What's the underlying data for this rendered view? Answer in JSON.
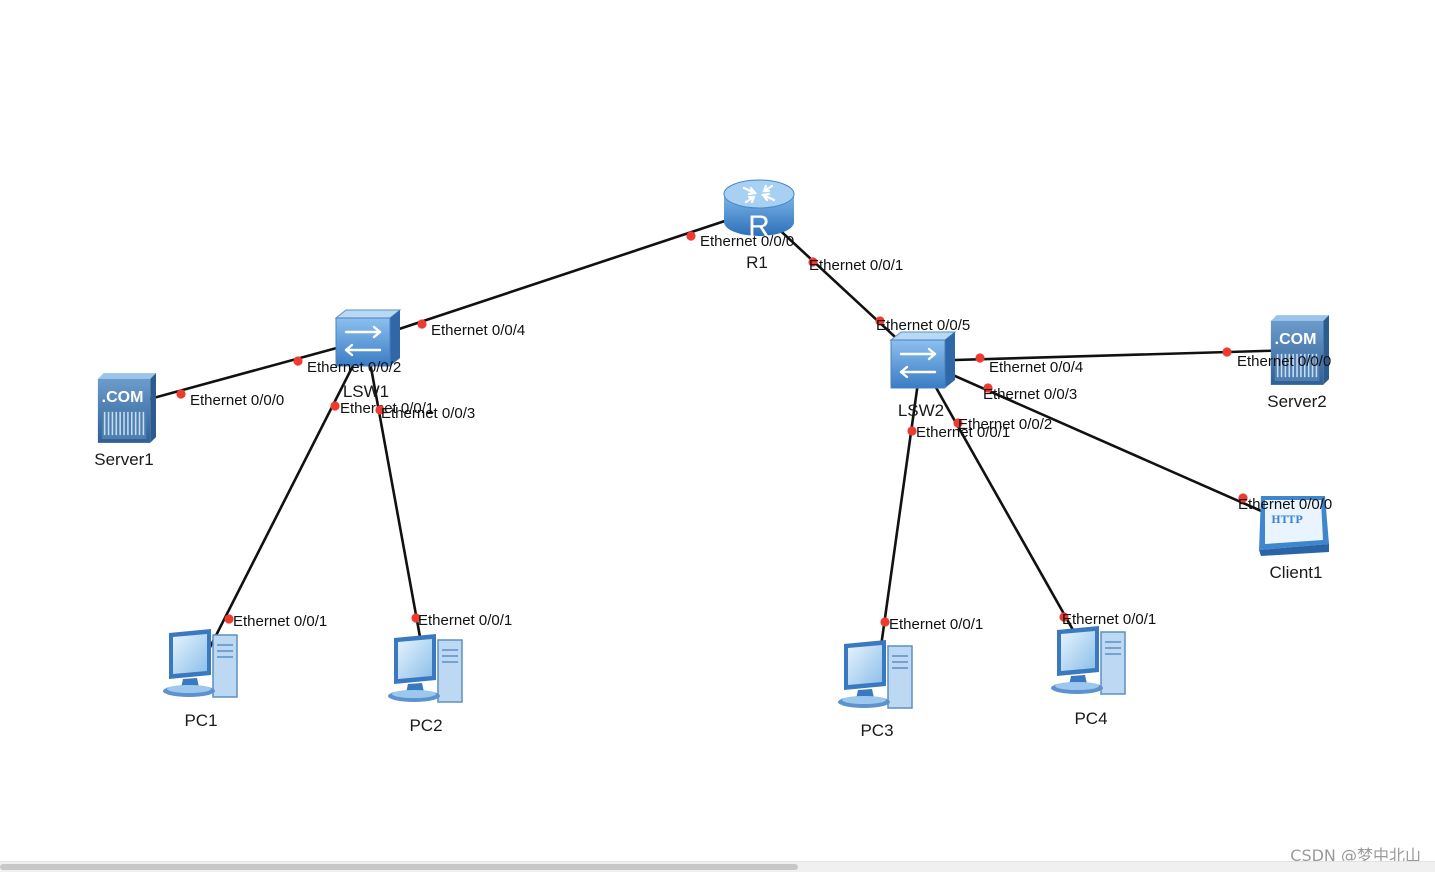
{
  "devices": [
    {
      "id": "R1",
      "label": "R1",
      "type": "router",
      "icon": "router-icon"
    },
    {
      "id": "LSW1",
      "label": "LSW1",
      "type": "switch",
      "icon": "switch-icon"
    },
    {
      "id": "LSW2",
      "label": "LSW2",
      "type": "switch",
      "icon": "switch-icon"
    },
    {
      "id": "Server1",
      "label": "Server1",
      "type": "server",
      "icon": "server-icon",
      "badge": ".COM"
    },
    {
      "id": "Server2",
      "label": "Server2",
      "type": "server",
      "icon": "server-icon",
      "badge": ".COM"
    },
    {
      "id": "Client1",
      "label": "Client1",
      "type": "client",
      "icon": "http-client-icon",
      "badge": "HTTP"
    },
    {
      "id": "PC1",
      "label": "PC1",
      "type": "pc",
      "icon": "pc-icon"
    },
    {
      "id": "PC2",
      "label": "PC2",
      "type": "pc",
      "icon": "pc-icon"
    },
    {
      "id": "PC3",
      "label": "PC3",
      "type": "pc",
      "icon": "pc-icon"
    },
    {
      "id": "PC4",
      "label": "PC4",
      "type": "pc",
      "icon": "pc-icon"
    }
  ],
  "links": [
    {
      "a": "R1",
      "a_port": "Ethernet 0/0/0",
      "b": "LSW1",
      "b_port": "Ethernet 0/0/4"
    },
    {
      "a": "R1",
      "a_port": "Ethernet 0/0/1",
      "b": "LSW2",
      "b_port": "Ethernet 0/0/5"
    },
    {
      "a": "LSW1",
      "a_port": "Ethernet 0/0/2",
      "b": "Server1",
      "b_port": "Ethernet 0/0/0"
    },
    {
      "a": "LSW1",
      "a_port": "Ethernet 0/0/1",
      "b": "PC1",
      "b_port": "Ethernet 0/0/1"
    },
    {
      "a": "LSW1",
      "a_port": "Ethernet 0/0/3",
      "b": "PC2",
      "b_port": "Ethernet 0/0/1"
    },
    {
      "a": "LSW2",
      "a_port": "Ethernet 0/0/4",
      "b": "Server2",
      "b_port": "Ethernet 0/0/0"
    },
    {
      "a": "LSW2",
      "a_port": "Ethernet 0/0/3",
      "b": "Client1",
      "b_port": "Ethernet 0/0/0"
    },
    {
      "a": "LSW2",
      "a_port": "Ethernet 0/0/1",
      "b": "PC3",
      "b_port": "Ethernet 0/0/1"
    },
    {
      "a": "LSW2",
      "a_port": "Ethernet 0/0/2",
      "b": "PC4",
      "b_port": "Ethernet 0/0/1"
    }
  ],
  "colors": {
    "link": "#111111",
    "port_dot": "#ee3b2f",
    "device_blue": "#3f86cc",
    "device_blue_light": "#9cc8ee"
  },
  "watermark": "CSDN @梦中北山"
}
